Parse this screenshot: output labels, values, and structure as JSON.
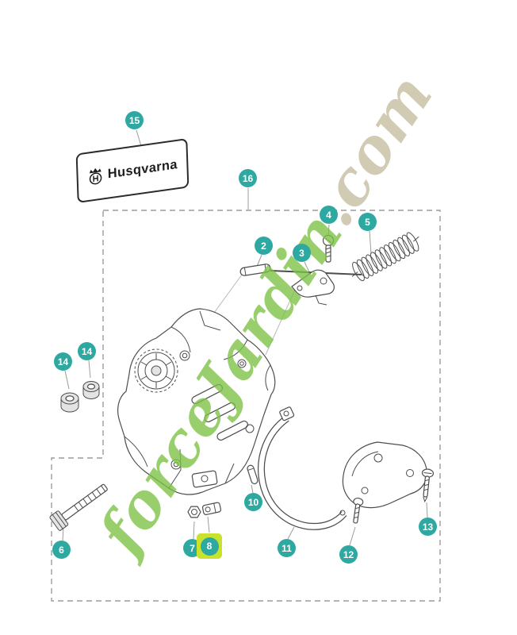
{
  "watermark": {
    "part1": "force",
    "part2": "Jardin",
    "part3": ".com"
  },
  "label": {
    "brand": "Husqvarna"
  },
  "callouts": [
    {
      "id": "callout-15",
      "label": "15"
    },
    {
      "id": "callout-16",
      "label": "16"
    },
    {
      "id": "callout-2",
      "label": "2"
    },
    {
      "id": "callout-3",
      "label": "3"
    },
    {
      "id": "callout-4",
      "label": "4"
    },
    {
      "id": "callout-5",
      "label": "5"
    },
    {
      "id": "callout-14-left",
      "label": "14"
    },
    {
      "id": "callout-14-right",
      "label": "14"
    },
    {
      "id": "callout-6",
      "label": "6"
    },
    {
      "id": "callout-7",
      "label": "7"
    },
    {
      "id": "callout-8",
      "label": "8",
      "highlighted": true
    },
    {
      "id": "callout-10",
      "label": "10"
    },
    {
      "id": "callout-11",
      "label": "11"
    },
    {
      "id": "callout-12",
      "label": "12"
    },
    {
      "id": "callout-13",
      "label": "13"
    }
  ],
  "colors": {
    "callout_fill": "#2da9a2",
    "callout_text": "#ffffff",
    "highlight_fill": "#c9e22b",
    "watermark_green": "#7cc243",
    "watermark_tan": "#c6bd9e",
    "frame_line": "#9c9c9c",
    "drawing_line": "#4d4d4d"
  }
}
